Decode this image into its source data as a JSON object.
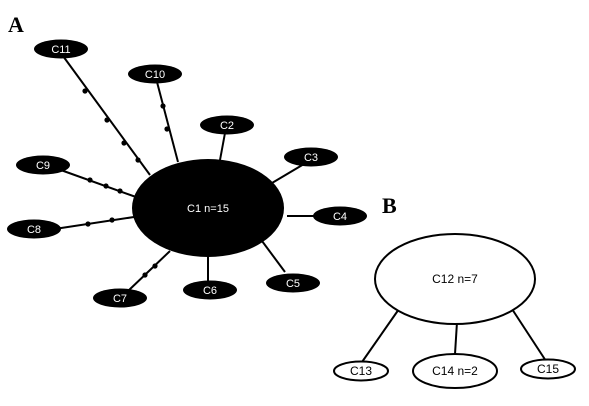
{
  "panels": [
    {
      "id": "A",
      "label": "A"
    },
    {
      "id": "B",
      "label": "B"
    }
  ],
  "network_a": {
    "hub": {
      "id": "C1",
      "label": "C1 n=15"
    },
    "leaves": [
      {
        "id": "C11",
        "label": "C11",
        "mutations": 4
      },
      {
        "id": "C10",
        "label": "C10",
        "mutations": 2
      },
      {
        "id": "C2",
        "label": "C2",
        "mutations": 0
      },
      {
        "id": "C3",
        "label": "C3",
        "mutations": 0
      },
      {
        "id": "C9",
        "label": "C9",
        "mutations": 3
      },
      {
        "id": "C4",
        "label": "C4",
        "mutations": 0
      },
      {
        "id": "C8",
        "label": "C8",
        "mutations": 2
      },
      {
        "id": "C5",
        "label": "C5",
        "mutations": 0
      },
      {
        "id": "C6",
        "label": "C6",
        "mutations": 0
      },
      {
        "id": "C7",
        "label": "C7",
        "mutations": 2
      }
    ]
  },
  "network_b": {
    "hub": {
      "id": "C12",
      "label": "C12 n=7"
    },
    "leaves": [
      {
        "id": "C13",
        "label": "C13"
      },
      {
        "id": "C14",
        "label": "C14 n=2"
      },
      {
        "id": "C15",
        "label": "C15"
      }
    ]
  },
  "colors": {
    "dark_fill": "#000000",
    "light_fill": "#ffffff",
    "stroke": "#000000"
  }
}
